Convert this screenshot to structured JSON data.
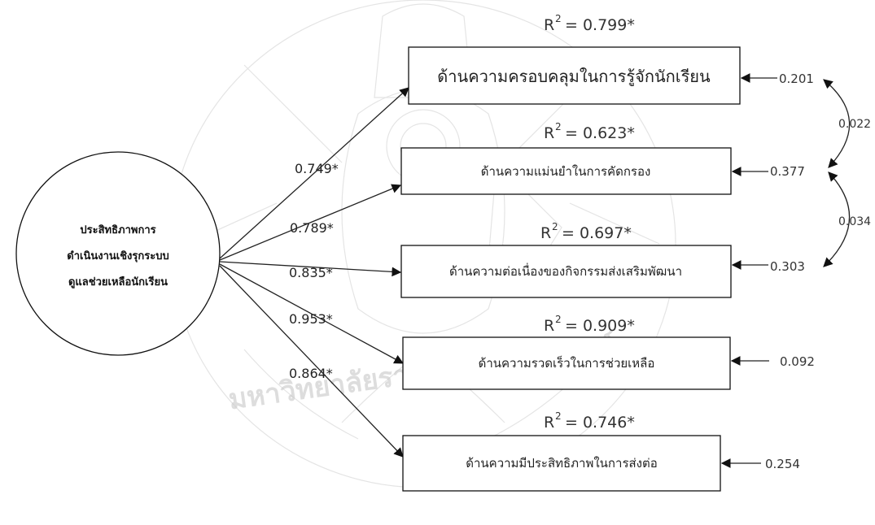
{
  "latent": {
    "lines": [
      "ประสิทธิภาพการ",
      "ดำเนินงานเชิงรุกระบบ",
      "ดูแลช่วยเหลือนักเรียน"
    ]
  },
  "indicators": [
    {
      "label": "ด้านความครอบคลุมในการรู้จักนักเรียน",
      "r2": "= 0.799*",
      "loading": "0.749*",
      "error": "0.201"
    },
    {
      "label": "ด้านความแม่นยำในการคัดกรอง",
      "r2": "= 0.623*",
      "loading": "0.789*",
      "error": "0.377"
    },
    {
      "label": "ด้านความต่อเนื่องของกิจกรรมส่งเสริมพัฒนา",
      "r2": "= 0.697*",
      "loading": "0.835*",
      "error": "0.303"
    },
    {
      "label": "ด้านความรวดเร็วในการช่วยเหลือ",
      "r2": "= 0.909*",
      "loading": "0.953*",
      "error": "0.092"
    },
    {
      "label": "ด้านความมีประสิทธิภาพในการส่งต่อ",
      "r2": "= 0.746*",
      "loading": "0.864*",
      "error": "0.254"
    }
  ],
  "covariances": [
    {
      "value": "0.022"
    },
    {
      "value": "0.034"
    }
  ],
  "r2_symbol": "R",
  "r2_superscript": "2",
  "watermark": {
    "text": "มหาวิทยาลัยราชภัฏราชนครินทร์"
  }
}
